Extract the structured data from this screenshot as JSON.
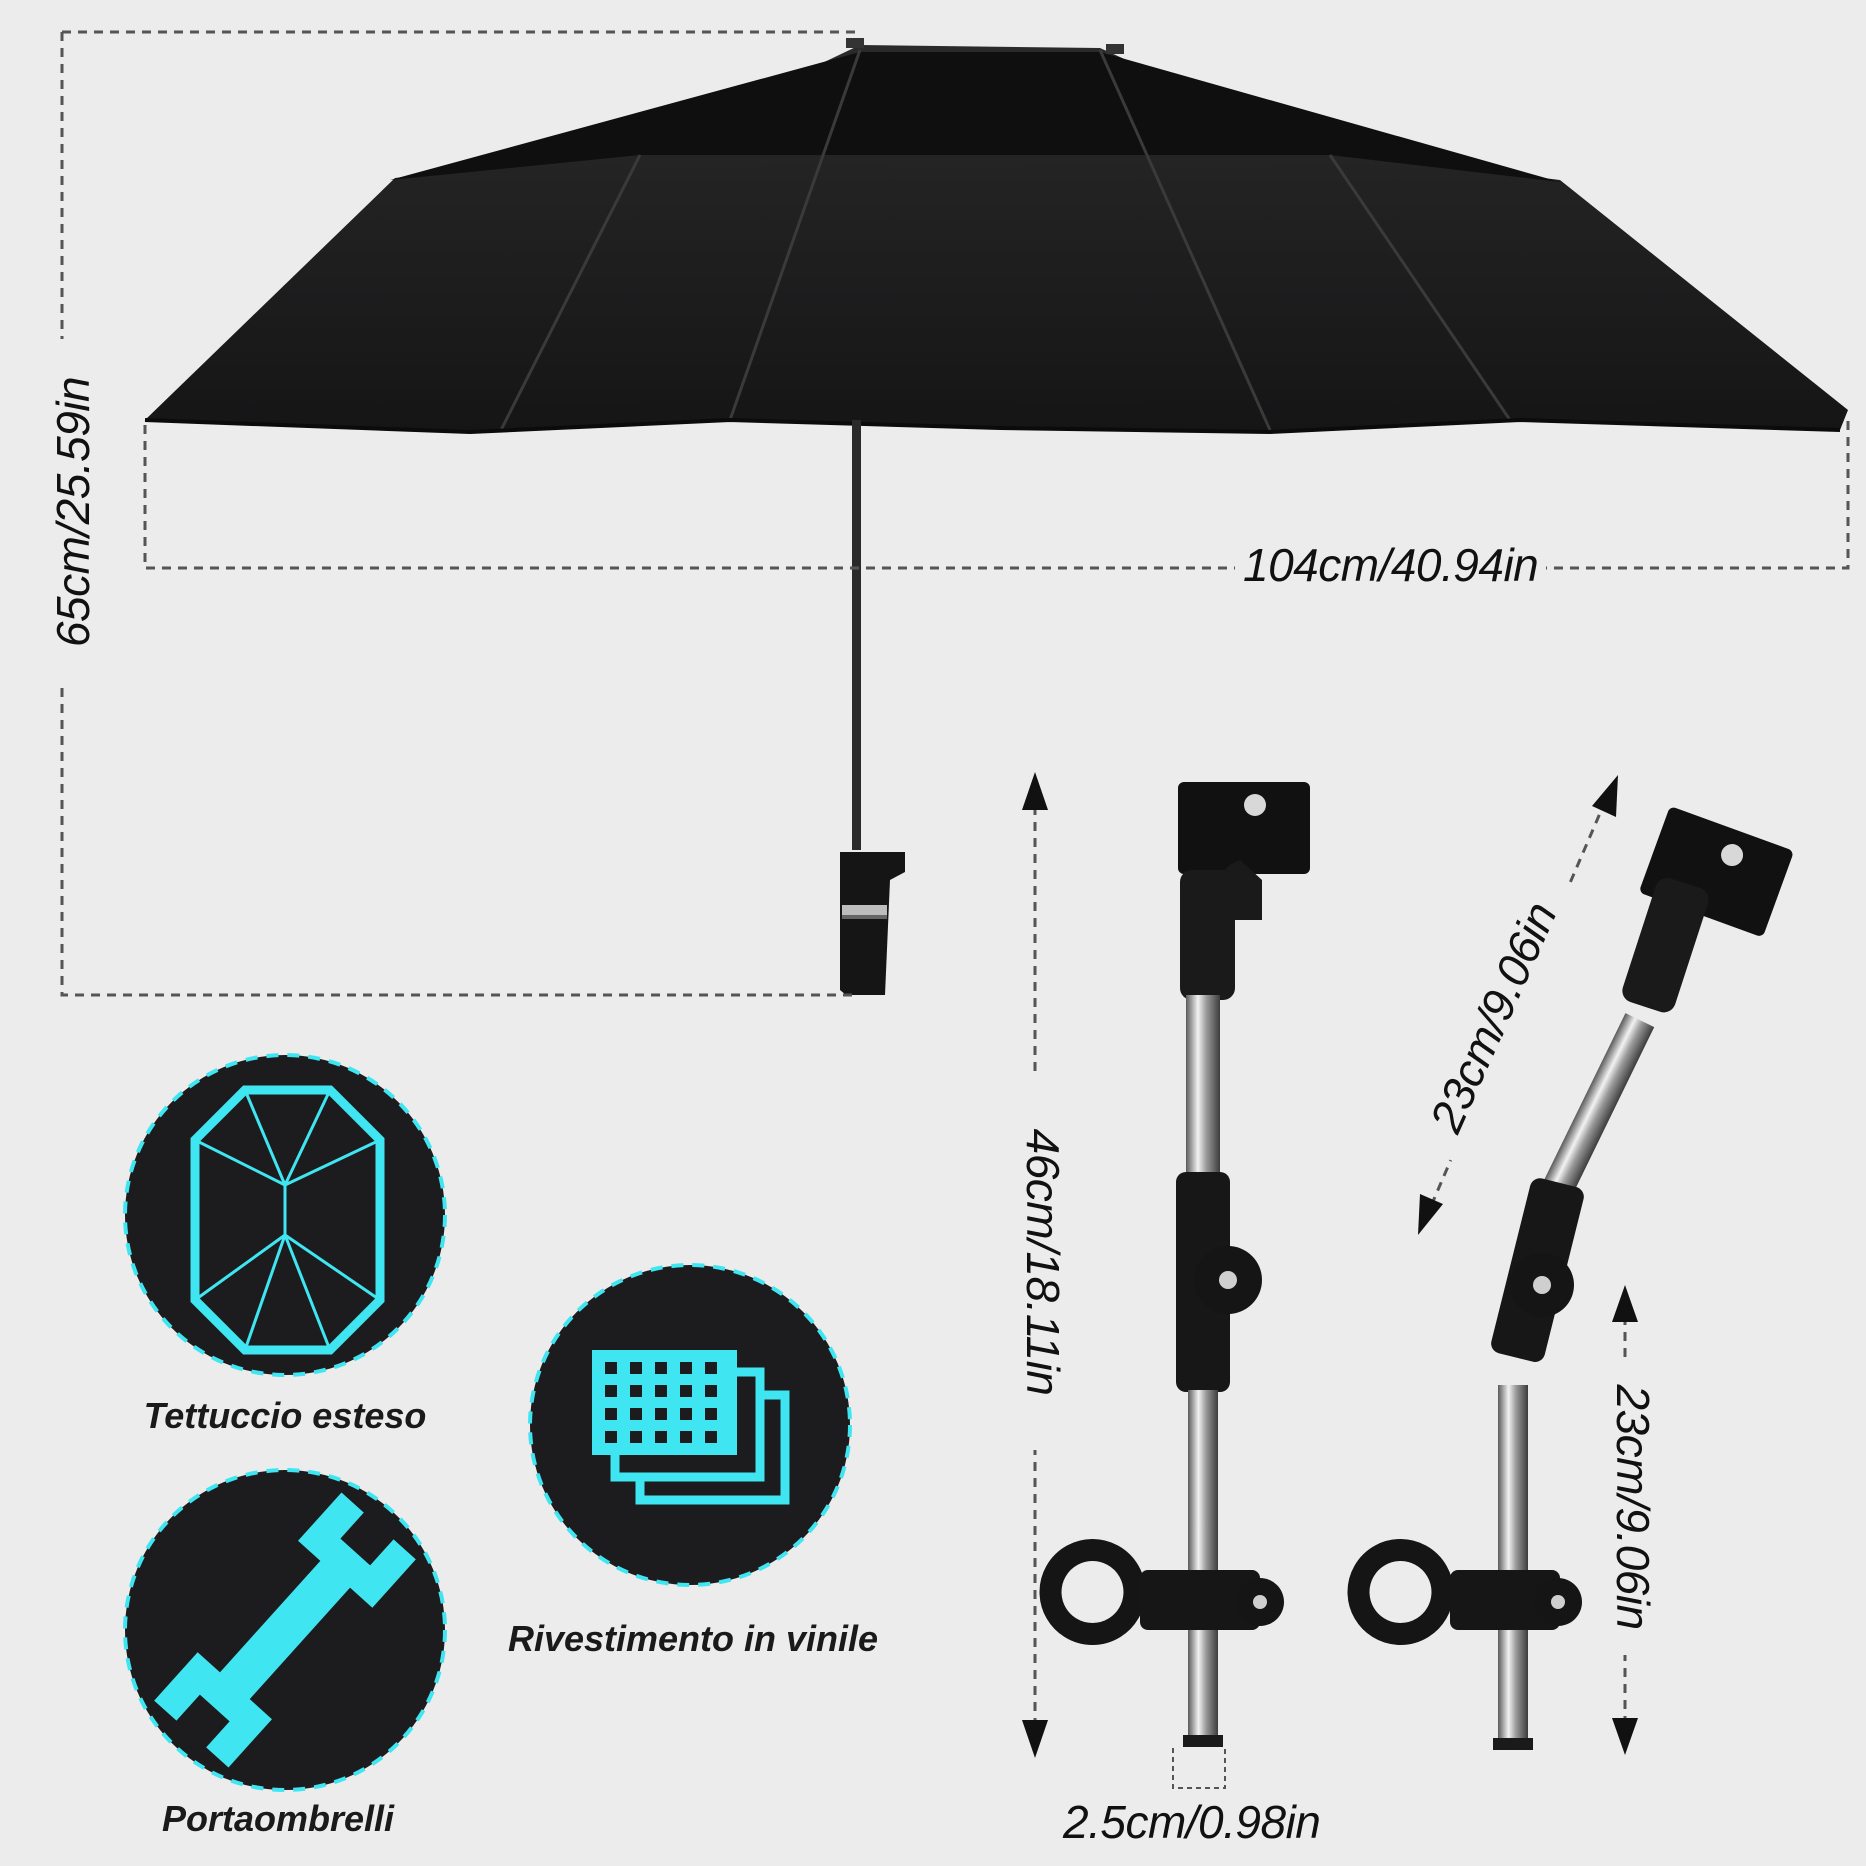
{
  "colors": {
    "background": "#ececec",
    "accent_cyan": "#3fe6f2",
    "badge_dark": "#1c1c1e",
    "umbrella_canopy": "#1f1f20"
  },
  "dimensions": {
    "umbrella_height": "65cm/25.59in",
    "umbrella_width": "104cm/40.94in",
    "holder_height": "46cm/18.11in",
    "holder_upper_arm": "23cm/9.06in",
    "holder_lower_arm": "23cm/9.06in",
    "tube_diameter": "2.5cm/0.98in"
  },
  "features": [
    {
      "icon": "umbrella-canopy-icon",
      "label": "Tettuccio esteso"
    },
    {
      "icon": "vinyl-layers-icon",
      "label": "Rivestimento in vinile"
    },
    {
      "icon": "wrench-icon",
      "label": "Portaombrelli"
    }
  ]
}
